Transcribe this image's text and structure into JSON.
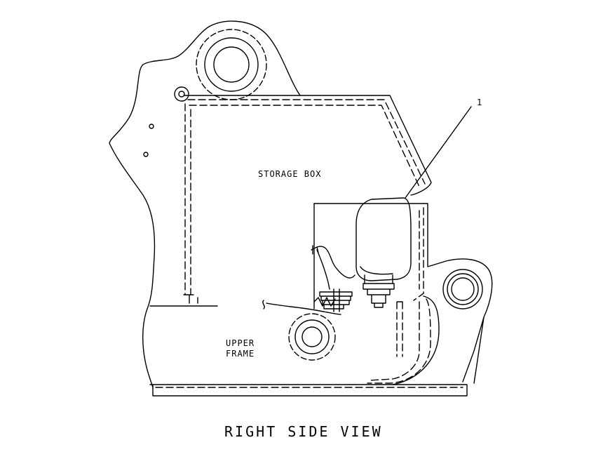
{
  "labels": {
    "storage_box": "STORAGE BOX",
    "upper_frame_line1": "UPPER",
    "upper_frame_line2": "FRAME",
    "callout_1": "1",
    "view_title": "RIGHT SIDE VIEW"
  },
  "colors": {
    "line": "#000000",
    "background": "#ffffff"
  }
}
